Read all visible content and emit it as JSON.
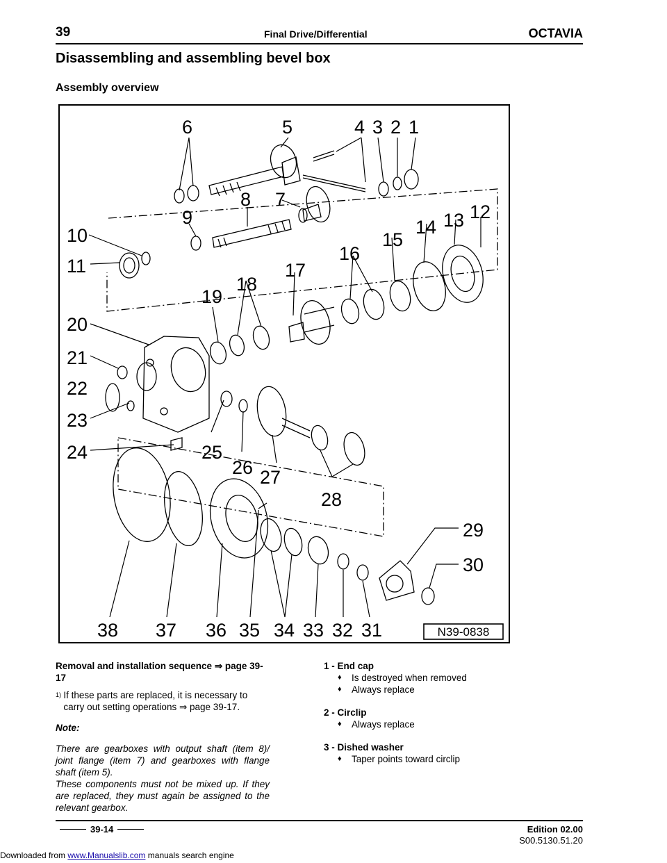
{
  "header": {
    "chapter": "39",
    "title": "Final Drive/Differential",
    "brand": "OCTAVIA"
  },
  "heading": "Disassembling and assembling bevel box",
  "subheading": "Assembly overview",
  "figure": {
    "id": "N39-0838",
    "labels": [
      "1",
      "2",
      "3",
      "4",
      "5",
      "6",
      "7",
      "8",
      "9",
      "10",
      "11",
      "12",
      "13",
      "14",
      "15",
      "16",
      "17",
      "18",
      "19",
      "20",
      "21",
      "22",
      "23",
      "24",
      "25",
      "26",
      "27",
      "28",
      "29",
      "30",
      "31",
      "32",
      "33",
      "34",
      "35",
      "36",
      "37",
      "38"
    ]
  },
  "left_col": {
    "sequence_label": "Removal and installation sequence ⇒ page 39-17",
    "footnote_mark": "1)",
    "footnote_text": "If these parts are replaced, it is necessary to carry out setting operations ⇒ page 39-17.",
    "note_heading": "Note:",
    "note_p1": "There are gearboxes with output shaft (item 8)/ joint flange (item 7) and gearboxes with flange shaft (item 5).",
    "note_p2": "These components must not be mixed up. If they are replaced, they must again be assigned to the relevant gearbox."
  },
  "items": [
    {
      "title": "1 - End cap",
      "bullets": [
        "Is destroyed when removed",
        "Always replace"
      ]
    },
    {
      "title": "2 - Circlip",
      "bullets": [
        "Always replace"
      ]
    },
    {
      "title": "3 - Dished washer",
      "bullets": [
        "Taper points toward circlip"
      ]
    }
  ],
  "bullet_glyph": "♦",
  "footer": {
    "page": "39-14",
    "edition": "Edition 02.00",
    "code": "S00.5130.51.20"
  },
  "download": {
    "prefix": "Downloaded from ",
    "link": "www.Manualslib.com",
    "suffix": " manuals search engine"
  }
}
